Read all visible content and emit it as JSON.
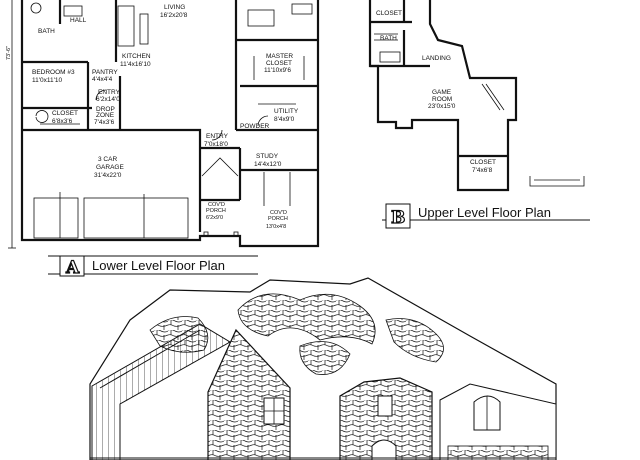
{
  "lower_plan": {
    "title": "Lower Level Floor Plan",
    "badge": "A",
    "dimension": "73'-6\"",
    "rooms": {
      "bath": "BATH",
      "hall": "HALL",
      "living_name": "LIVING",
      "living_size": "16'2x20'8",
      "kitchen_name": "KITCHEN",
      "kitchen_size": "11'4x16'10",
      "bedroom_name": "BEDROOM #3",
      "bedroom_size": "11'0x11'10",
      "pantry_name": "PANTRY",
      "pantry_size": "4'4x4'4",
      "master_closet_name": "MASTER",
      "master_closet_name2": "CLOSET",
      "master_closet_size": "11'10x9'6",
      "entry1_name": "ENTRY",
      "entry1_size": "6'2x14'0",
      "closet_name": "CLOSET",
      "closet_size": "6'8x3'6",
      "drop_zone_name": "DROP",
      "drop_zone_name2": "ZONE",
      "drop_zone_size": "7'4x3'6",
      "utility_name": "UTILITY",
      "utility_size": "8'4x9'0",
      "powder": "POWDER",
      "entry2_name": "ENTRY",
      "entry2_size": "7'0x18'0",
      "garage_name": "3 CAR",
      "garage_name2": "GARAGE",
      "garage_size": "31'4x22'0",
      "study_name": "STUDY",
      "study_size": "14'4x12'0",
      "porch1_name": "COV'D",
      "porch1_name2": "PORCH",
      "porch1_size": "6'2x9'0",
      "porch2_name": "COV'D",
      "porch2_name2": "PORCH",
      "porch2_size": "13'0x4'8"
    }
  },
  "upper_plan": {
    "title": "Upper Level Floor Plan",
    "badge": "B",
    "rooms": {
      "closet_top": "CLOSET",
      "bath": "BATH",
      "landing": "LANDING",
      "game_room_name": "GAME",
      "game_room_name2": "ROOM",
      "game_room_size": "23'0x15'0",
      "closet_name": "CLOSET",
      "closet_size": "7'4x6'8"
    }
  },
  "elevation": {
    "roof": "stone-and-shingle",
    "colors": {
      "ink": "#111111",
      "paper": "#ffffff",
      "stone": "#cfcfcf"
    }
  }
}
